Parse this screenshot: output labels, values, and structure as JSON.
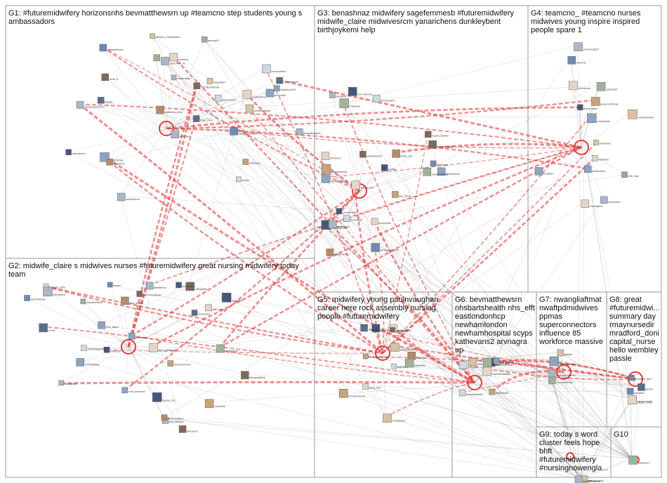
{
  "groups": [
    {
      "id": "G1",
      "label": "G1: #futuremidwifery horizonsnhs bevmatthewsrn up #teamcno step students young s ambassadors",
      "color": "#2f2f8f"
    },
    {
      "id": "G2",
      "label": "G2: midwife_claire s midwives nurses #futuremidwifery great nursing midwifery today team",
      "color": "#1f77b4"
    },
    {
      "id": "G3",
      "label": "G3: benashnaz midwifery sagefemmesb #futuremidwifery midwife_claire midwivesrcm yanarichens dunkleybent birthjoykemi help",
      "color": "#2ca02c"
    },
    {
      "id": "G4",
      "label": "G4: teamcno_ #teamcno nurses midwives young inspire inspired people spare 1",
      "color": "#33a02c"
    },
    {
      "id": "G5",
      "label": "G5: midwifery young paulnvaughan career here rock assembly nursing people #futuremidwifery",
      "color": "#b22222"
    },
    {
      "id": "G6",
      "label": "G6: bevmatthewsrn nhsbartshealth nhs_elft eastlondonhcp newhamlondon newhamhospital scyps kathevans2 arvnagra up",
      "color": "#d2691e"
    },
    {
      "id": "G7",
      "label": "G7: nwangliaftmat nwaftpdmidwives ppmas superconnectors influence 85 workforce massive impact team",
      "color": "#6b8e23"
    },
    {
      "id": "G8",
      "label": "G8: great #futuremidwi... summary day rmaynursedir mradford_doni capital_nurse hello wembley passle",
      "color": "#8fbc8f"
    },
    {
      "id": "G9",
      "label": "G9: today s word cluster feels hope bhft #futuremidwifery #nursingnowengla...",
      "color": "#708090"
    },
    {
      "id": "G10",
      "label": "G10",
      "color": "#8b4789"
    }
  ],
  "nodes": {
    "G1": [
      "bevmatthewsrn",
      "horizonsnhs",
      "teamcno_",
      "2017jkmatthews",
      "wellbeing_mmu",
      "natalieriley33",
      "jennylocal",
      "annasmithrm",
      "kirstydaly7",
      "amcthomas",
      "stephen_cumberbatch",
      "crustycrashcourse",
      "maps_from",
      "hotblighthaart",
      "jameshmt",
      "nanifnatural",
      "a_oxfordmia",
      "lizzie_m",
      "midwiferymarc",
      "suzyjac",
      "gormag21",
      "julietmarz",
      "hannahlukehaart",
      "melnickhms",
      "asnaweiblem",
      "elsiephasbo",
      "karenrxell",
      "carolsmith_rm",
      "bethanydale",
      "shadin"
    ],
    "G2": [
      "midwife_claire",
      "dorisakue",
      "chris_shanlone",
      "ellenpaddleuk",
      "kirstyfree",
      "suzywolfe",
      "elsiesneft",
      "samirheartbeats",
      "leomewaw",
      "kath_bdoct",
      "beth_mcguff",
      "hayley_mid",
      "vennyfiona",
      "jane_rogers",
      "flamberton",
      "nursingtimes",
      "rcmcs",
      "jodenmcm",
      "mvx_bsvarra",
      "mollybondmid",
      "ruthsanton",
      "chris_hkdreams",
      "ilbwcm",
      "foureverhoome",
      "sarahfewings",
      "molly_kingram",
      "jonnepaullc",
      "tumblwebl",
      "laurabaker",
      "meagfeggeating"
    ],
    "G3": [
      "benashnaz",
      "sagefemmesb",
      "midwivesrcm",
      "yanarichens",
      "dunkleybent",
      "birthjoykemi",
      "thetechmagic",
      "kristianna",
      "rcm_learning",
      "cochrane_ukirl",
      "lucyaitken",
      "mairjones",
      "jamilaeconomist",
      "sally_kennedy",
      "wendyprescott",
      "kitten_doc",
      "ah_gregory",
      "aseem_dastoor",
      "teddilg",
      "bmj_latest",
      "gillwalton",
      "birthrights",
      "mcnee_cruz",
      "sheenabyrom",
      "nicolagoldberg"
    ],
    "G4": [
      "teamcno",
      "ruth_may",
      "nhsengland",
      "janeecummings",
      "nlplhdemm",
      "rcnstudents",
      "ngenorton",
      "yvonnecoghill",
      "gloria_sykes",
      "judevarley",
      "nhsemidwifery",
      "peteanchez",
      "sarahlanes",
      "hadjirhiel",
      "fyngman"
    ],
    "G5": [
      "paulnvaughan",
      "scottjsmillie",
      "sallyfinch",
      "mikedobbs",
      "nursingtimesmag",
      "tessa_hbill",
      "jadedarby",
      "karenbuddrn",
      "lorrainemackay",
      "hvraina",
      "carolrahb",
      "cnoengland"
    ],
    "G6": [
      "nhsbartshealth",
      "nhs_elft",
      "eastlondonhcp",
      "newhamlondon",
      "newhamhospital",
      "scyps",
      "kathevans2",
      "arvnagra",
      "julie_ldlgood"
    ],
    "G7": [
      "nwangliaftmat",
      "nwaftpdmidwives",
      "ppmas",
      "superconnector"
    ],
    "G8": [
      "rmaynursedir",
      "mradford_doni",
      "capital_nurse",
      "wembley",
      "passle"
    ],
    "G9": [
      "bhft",
      "wordcloudbot",
      "hopefulmidwife"
    ],
    "G10": [
      "sodahours"
    ]
  }
}
